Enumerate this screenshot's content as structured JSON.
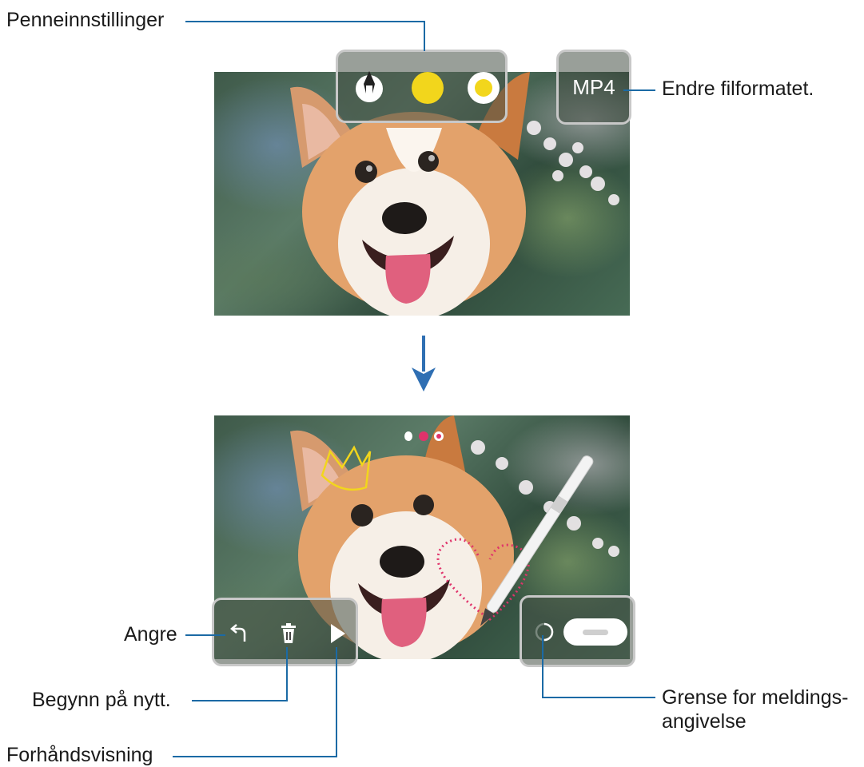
{
  "labels": {
    "pen_settings": "Penneinnstillinger",
    "change_format": "Endre filformatet.",
    "undo": "Angre",
    "start_over": "Begynn på nytt.",
    "preview": "Forhåndsvisning",
    "message_limit": "Grense for meldings-angivelse"
  },
  "top_toolbar": {
    "format_button": "MP4",
    "pen_color": "#f2d61c",
    "pen_icon": "pen-nib-icon"
  },
  "bottom_toolbar": {
    "undo_icon": "undo-arrow-icon",
    "delete_icon": "trash-icon",
    "play_icon": "play-icon"
  },
  "bottom_mini_toolbar": {
    "color_1": "#e0336b",
    "color_2": "#e0336b"
  },
  "colors": {
    "callout_line": "#1b6aa5",
    "down_arrow": "#2f6fb3"
  }
}
